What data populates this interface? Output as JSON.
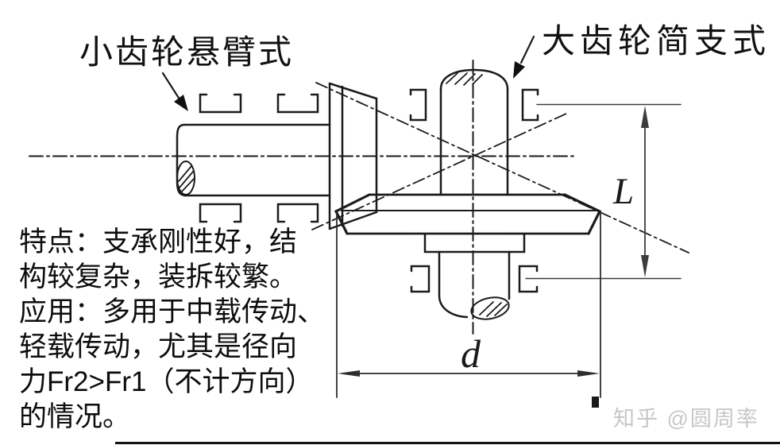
{
  "page": {
    "background": "#ffffff"
  },
  "diagram": {
    "labels": {
      "pinion": "小齿轮悬臂式",
      "gear": "大齿轮简支式"
    },
    "dimensions": {
      "bearing_span": "L",
      "gear_diameter": "d"
    },
    "notes": {
      "lines": [
        "特点：支承刚性好，结",
        "构较复杂，装拆较繁。",
        "应用：多用于中载传动、",
        "轻载传动，尤其是径向",
        "力Fr2>Fr1（不计方向）",
        "的情况。"
      ]
    },
    "watermark": "知乎 @圆周率",
    "colors": {
      "line": "#1b1b1b",
      "dimension": "#3c3c3c",
      "watermark": "#c7c7c7"
    }
  }
}
